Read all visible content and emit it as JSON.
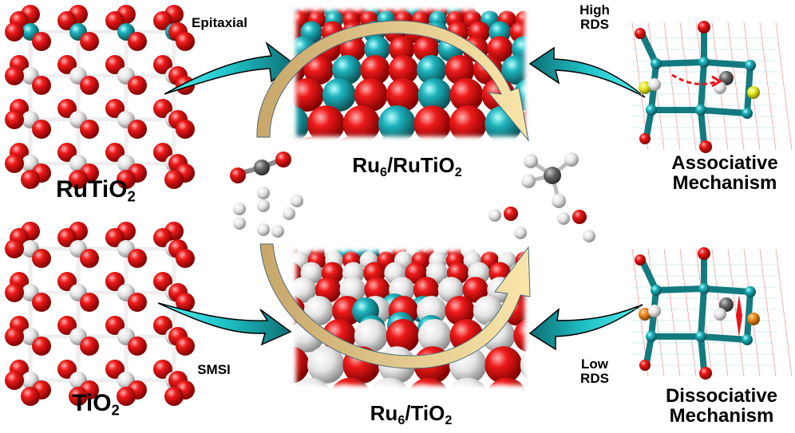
{
  "title": "Ru6 catalyst on TiO2 supports — CO2 methanation mechanisms",
  "labels": {
    "rutio2": {
      "main": "RuTiO",
      "sub": "2"
    },
    "tio2": {
      "main": "TiO",
      "sub": "2"
    },
    "ru6_rutio2": {
      "a": "Ru",
      "sub1": "6",
      "b": "/RuTiO",
      "sub2": "2"
    },
    "ru6_tio2": {
      "a": "Ru",
      "sub1": "6",
      "b": "/TiO",
      "sub2": "2"
    },
    "epitaxial": "Epitaxial",
    "smsi": "SMSI",
    "high_rds_line1": "High",
    "high_rds_line2": "RDS",
    "low_rds_line1": "Low",
    "low_rds_line2": "RDS",
    "associative_line1": "Associative",
    "associative_line2": "Mechanism",
    "dissociative_line1": "Dissociative",
    "dissociative_line2": "Mechanism"
  },
  "molecules": {
    "reactants": [
      "CO2",
      "H2",
      "H2",
      "H2",
      "H2"
    ],
    "products": [
      "CH4",
      "H2O",
      "H2O"
    ]
  },
  "colors": {
    "oxygen": "#e8121a",
    "ruthenium": "#1aa3ad",
    "titanium": "#e8e8e8",
    "carbon": "#6a6a6a",
    "hydrogen": "#f2f2f2",
    "sulfur_site": "#e6e61a",
    "orange_site": "#e8861a",
    "bond_teal": "#137a80",
    "arrow_teal_light": "#33e0e6",
    "arrow_teal_dark": "#0f7478",
    "cycle_arrow_dark": "#c9a86a",
    "cycle_arrow_light": "#f8e3a6"
  }
}
